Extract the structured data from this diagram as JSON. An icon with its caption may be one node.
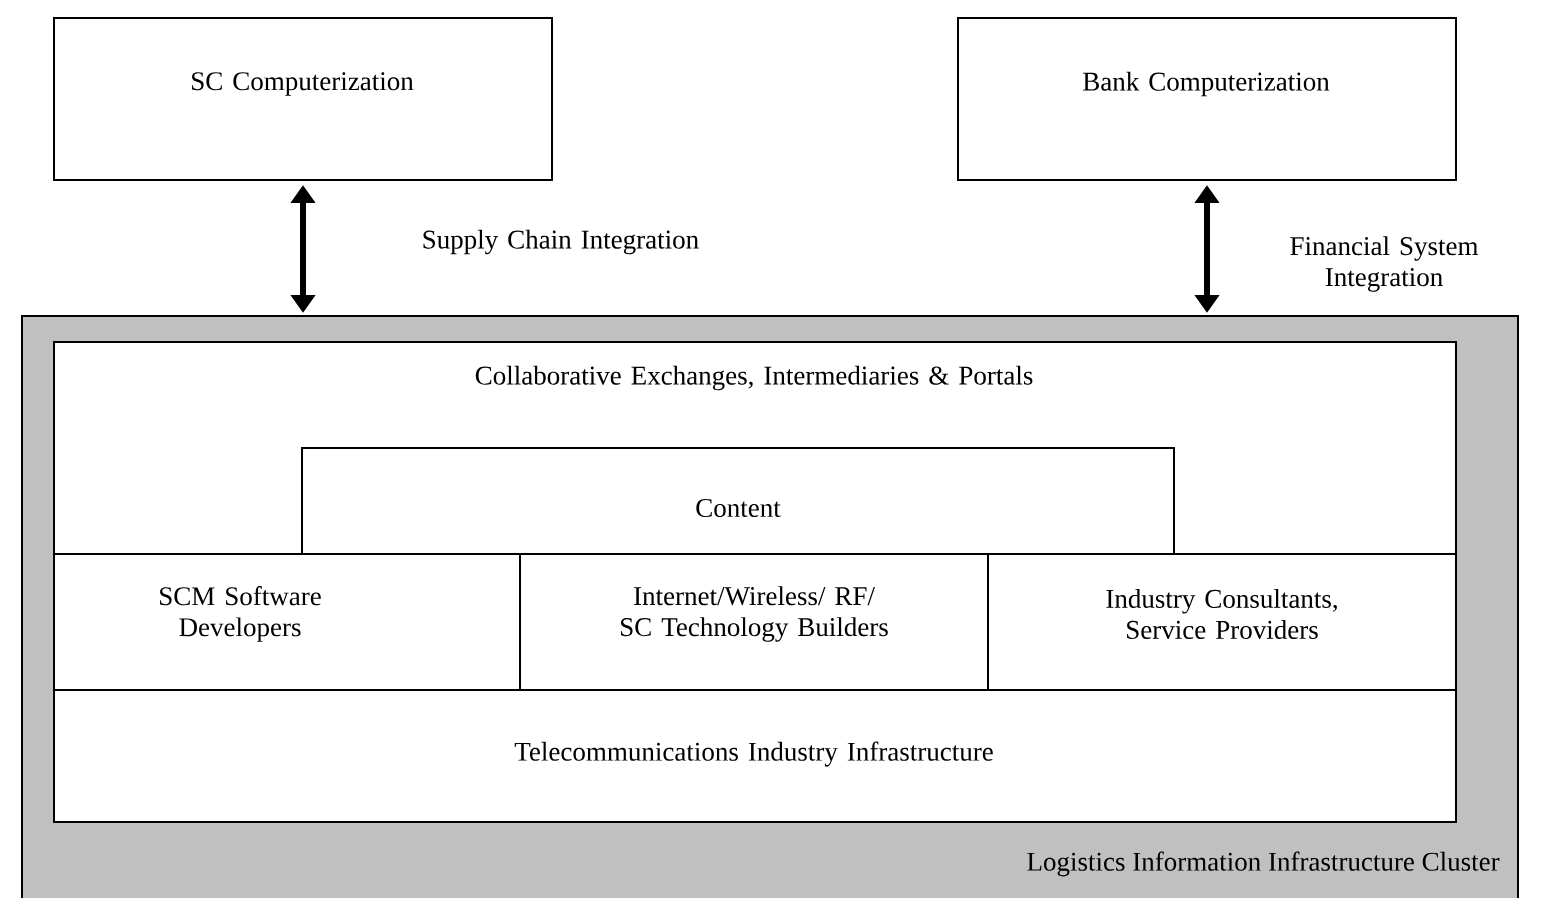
{
  "diagram": {
    "nodes": [
      {
        "text": [
          "SC Computerization"
        ]
      },
      {
        "text": [
          "Bank Computerization"
        ]
      },
      {
        "text": [
          "Logistics Information Infrastructure Cluster"
        ]
      },
      {
        "text": [
          "Collaborative Exchanges, Intermediaries & Portals"
        ],
        "in": 2
      },
      {
        "text": [
          "Content"
        ],
        "in": 3
      },
      {
        "text": [
          "SCM Software Developers"
        ],
        "in": 2
      },
      {
        "text": [
          "Internet/Wireless/ RF/ SC Technology Builders"
        ],
        "in": 2
      },
      {
        "text": [
          "Industry Consultants, Service Providers"
        ],
        "in": 2
      },
      {
        "text": [
          "Telecommunications Industry Infrastructure"
        ],
        "in": 2
      }
    ],
    "edges": [
      {
        "from": 0,
        "to": 2,
        "arrow": "both",
        "label": "Supply Chain Integration"
      },
      {
        "from": 1,
        "to": 2,
        "arrow": "both",
        "label": "Financial System Integration"
      }
    ]
  }
}
